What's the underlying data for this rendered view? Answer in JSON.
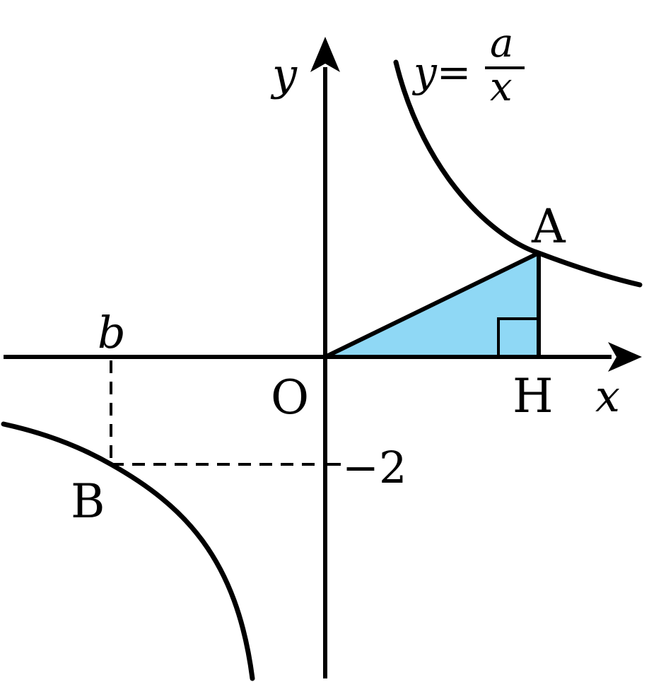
{
  "diagram": {
    "labels": {
      "y_axis": "y",
      "x_axis": "x",
      "origin": "O",
      "point_a": "A",
      "point_h": "H",
      "point_b": "B",
      "b_value": "b",
      "minus_two": "−2",
      "curve_lhs": "y=",
      "curve_num": "a",
      "curve_den": "x"
    },
    "colors": {
      "triangle_fill": "#8fd8f5",
      "stroke": "#000000"
    }
  }
}
